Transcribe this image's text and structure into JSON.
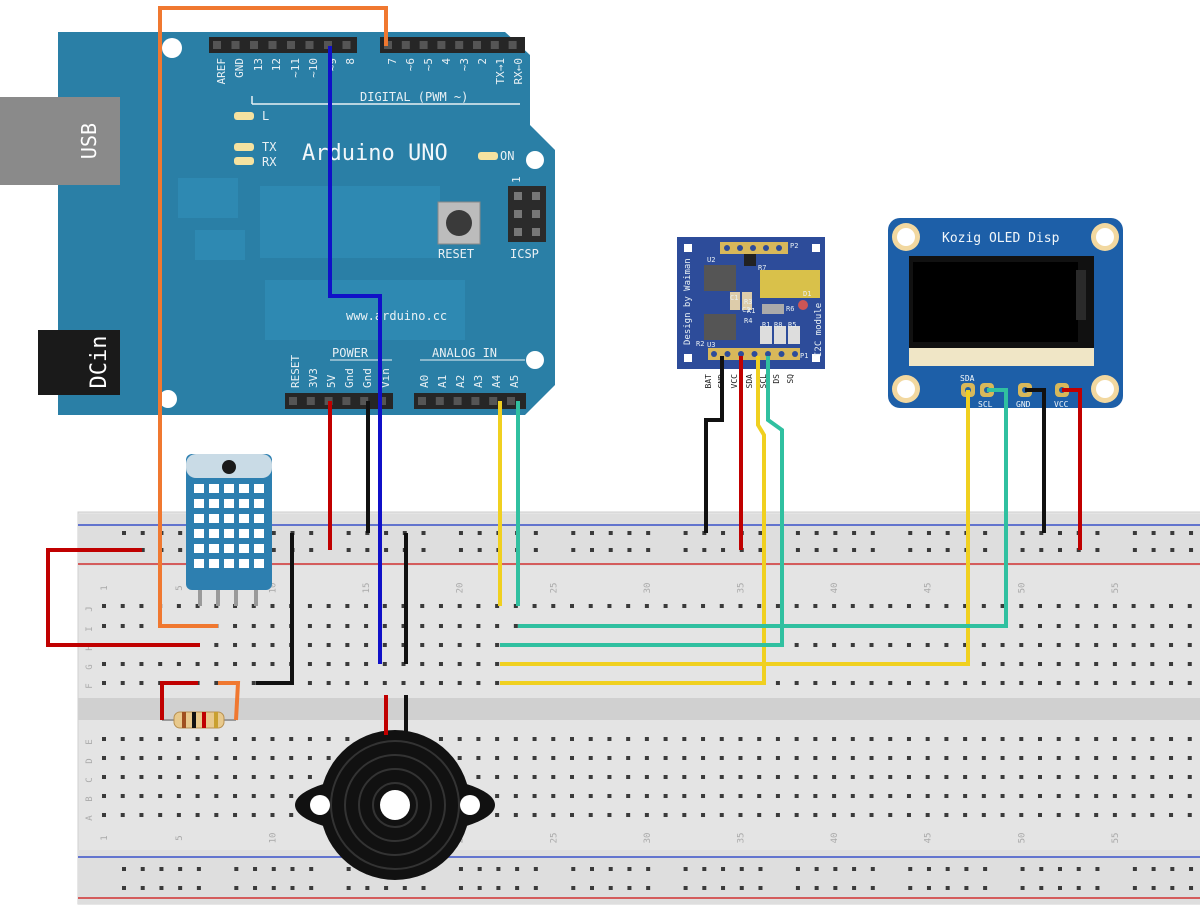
{
  "arduino": {
    "board_name": "Arduino UNO",
    "url": "www.arduino.cc",
    "usb_label": "USB",
    "dcin_label": "DCin",
    "reset_label": "RESET",
    "icsp_label": "ICSP",
    "on_label": "ON",
    "led_l": "L",
    "led_tx": "TX",
    "led_rx": "RX",
    "digital_label": "DIGITAL (PWM ~)",
    "power_label": "POWER",
    "analog_label": "ANALOG IN",
    "icsp_pin1": "1",
    "digital_pins": [
      "AREF",
      "GND",
      "13",
      "12",
      "~11",
      "~10",
      "~9",
      "8",
      "7",
      "~6",
      "~5",
      "4",
      "~3",
      "2",
      "TX→1",
      "RX←0"
    ],
    "power_pins": [
      "RESET",
      "3V3",
      "5V",
      "Gnd",
      "Gnd",
      "Vin"
    ],
    "analog_pins": [
      "A0",
      "A1",
      "A2",
      "A3",
      "A4",
      "A5"
    ]
  },
  "rtc": {
    "credit": "Design by Waiman",
    "module_label": "I2C module",
    "components": [
      "U2",
      "R7",
      "P2",
      "C1",
      "X1",
      "C2",
      "D1",
      "R6",
      "R4",
      "R1",
      "R8",
      "R5",
      "U3",
      "R2",
      "R3",
      "P1"
    ],
    "pins": [
      "BAT",
      "GND",
      "VCC",
      "SDA",
      "SCL",
      "DS",
      "SQ"
    ]
  },
  "oled": {
    "title": "Kozig OLED Disp",
    "pins": [
      "SDA",
      "SCL",
      "GND",
      "VCC"
    ]
  },
  "breadboard": {
    "row_letters_top": [
      "J",
      "I",
      "H",
      "G",
      "F"
    ],
    "row_letters_bottom": [
      "E",
      "D",
      "C",
      "B",
      "A"
    ],
    "column_numbers": [
      "1",
      "5",
      "10",
      "15",
      "20",
      "25",
      "30",
      "35",
      "40",
      "45",
      "50",
      "55"
    ]
  },
  "colors": {
    "board": "#2a7fa6",
    "wire_orange": "#f07830",
    "wire_blue": "#1010c8",
    "wire_red": "#c00000",
    "wire_black": "#111111",
    "wire_yellow": "#f0d020",
    "wire_green": "#30c0a0",
    "module_blue": "#2d4c9a",
    "oled_blue": "#1d5fa8"
  }
}
